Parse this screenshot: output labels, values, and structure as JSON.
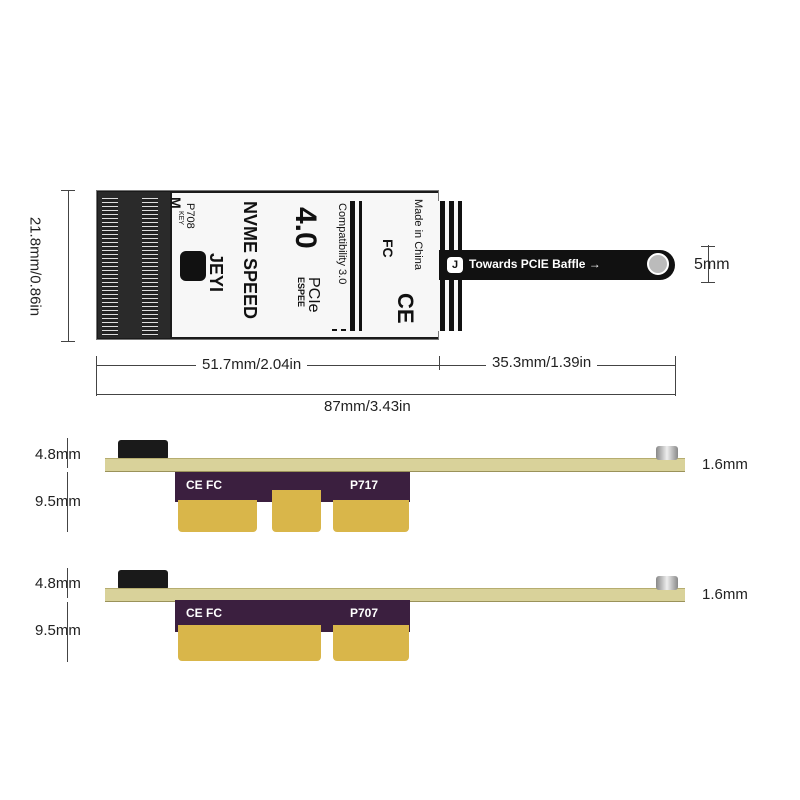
{
  "dimensions": {
    "height_left": "21.8mm/0.86in",
    "width_card": "51.7mm/2.04in",
    "width_tail": "35.3mm/1.39in",
    "width_total": "87mm/3.43in",
    "tail_height": "5mm"
  },
  "card": {
    "mkey": "M",
    "key_small": "KEY",
    "model": "P708",
    "brand": "JEYI",
    "title": "NVME SPEED",
    "pcie_main": "PCIe",
    "pcie_sub": "ESPEE",
    "version": "4.0",
    "compat": "Compatibility 3.0",
    "made_in": "Made in China",
    "ce": "CE",
    "fc": "FC"
  },
  "tail": {
    "badge": "J",
    "label": "Towards PCIE Baffle →"
  },
  "side_views": [
    {
      "height_top": "4.8mm",
      "height_bottom": "9.5mm",
      "thickness": "1.6mm",
      "model": "P717",
      "marks": "CE FC"
    },
    {
      "height_top": "4.8mm",
      "height_bottom": "9.5mm",
      "thickness": "1.6mm",
      "model": "P707",
      "marks": "CE FC"
    }
  ]
}
